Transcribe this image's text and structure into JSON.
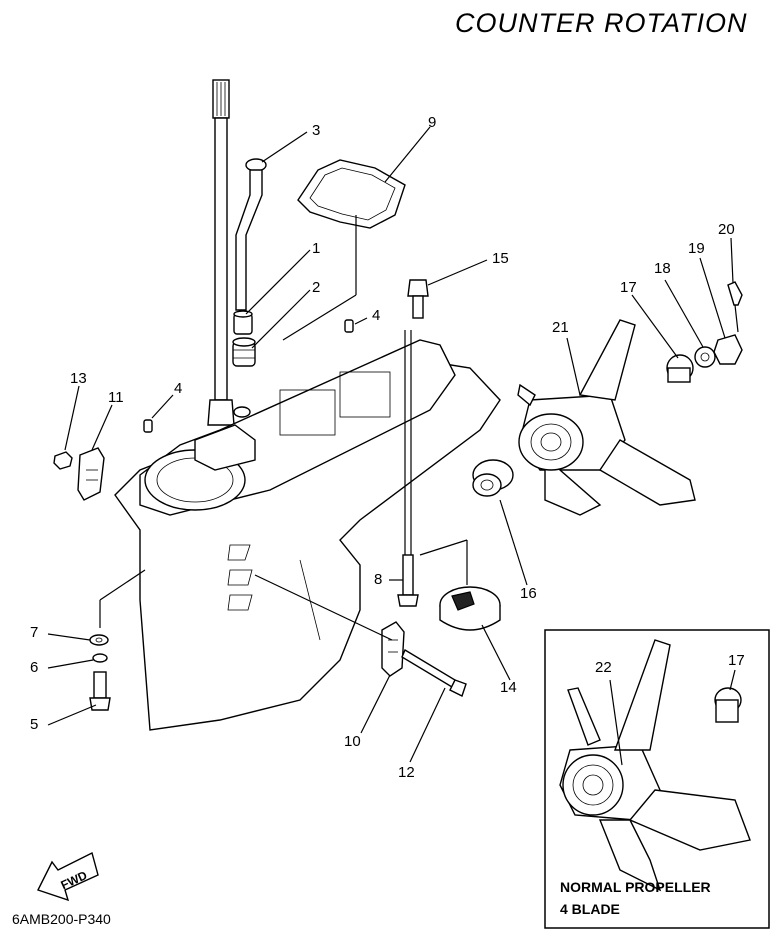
{
  "title": "COUNTER  ROTATION",
  "diagram_code": "6AMB200-P340",
  "fwd_label": "FWD",
  "inset": {
    "line1": "NORMAL PROPELLER",
    "line2": "4 BLADE"
  },
  "callouts": {
    "c1": "1",
    "c2": "2",
    "c3": "3",
    "c4a": "4",
    "c4b": "4",
    "c5": "5",
    "c6": "6",
    "c7": "7",
    "c8": "8",
    "c9": "9",
    "c10": "10",
    "c11": "11",
    "c12": "12",
    "c13": "13",
    "c14": "14",
    "c15": "15",
    "c16": "16",
    "c17a": "17",
    "c17b": "17",
    "c18": "18",
    "c19": "19",
    "c20": "20",
    "c21": "21",
    "c22": "22"
  }
}
